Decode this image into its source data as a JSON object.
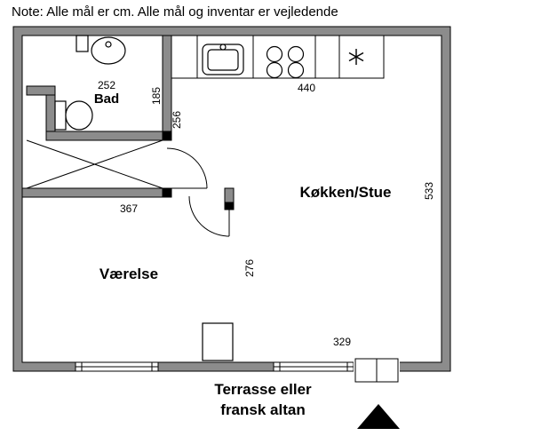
{
  "note": "Note: Alle mål er cm. Alle mål og inventar er vejledende",
  "rooms": {
    "bathroom": "Bad",
    "kitchen_living": "Køkken/Stue",
    "bedroom": "Værelse"
  },
  "dimensions": {
    "bathroom_width": "252",
    "hall_depth": "185",
    "kitchen_width": "440",
    "kitchen_west_wall": "256",
    "bedroom_width": "367",
    "east_wall": "533",
    "bedroom_depth": "276",
    "terrace_width": "329"
  },
  "footer": {
    "line1": "Terrasse eller",
    "line2": "fransk altan"
  },
  "colors": {
    "wall": "#8c8c8c",
    "outline": "#000000"
  }
}
